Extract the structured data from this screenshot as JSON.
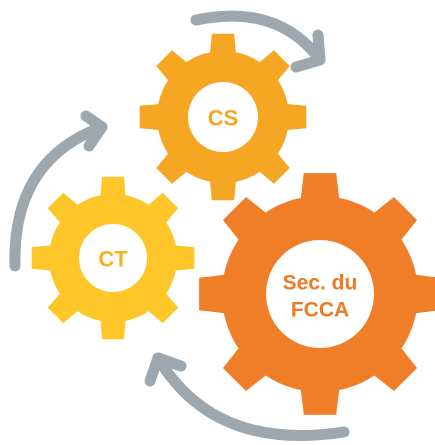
{
  "gears": {
    "cs": {
      "label": "CS",
      "color": "#F5A623"
    },
    "ct": {
      "label": "CT",
      "color": "#FFC629"
    },
    "sec": {
      "line1": "Sec. du",
      "line2": "FCCA",
      "color": "#F07E28"
    }
  },
  "arrow_color": "#9EA7AE",
  "text_colors": {
    "cs": "#F5A623",
    "ct": "#F2B418",
    "sec": "#EE7A23"
  }
}
